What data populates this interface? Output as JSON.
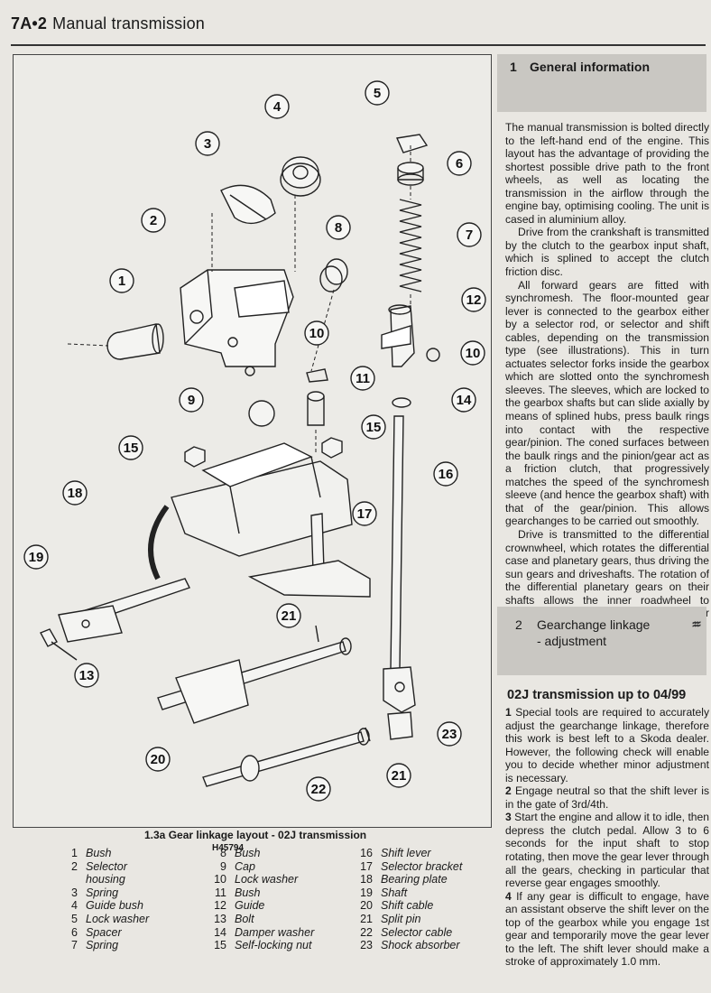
{
  "header": {
    "page": "7A•2",
    "title": "Manual transmission"
  },
  "figure": {
    "code": "H45794",
    "caption": "1.3a Gear linkage layout - 02J transmission",
    "callouts": [
      "1",
      "2",
      "3",
      "4",
      "5",
      "6",
      "7",
      "8",
      "9",
      "10",
      "10",
      "11",
      "12",
      "13",
      "14",
      "15",
      "15",
      "16",
      "17",
      "18",
      "19",
      "20",
      "21",
      "21",
      "22",
      "23"
    ]
  },
  "legend": [
    [
      {
        "n": "1",
        "t": "Bush"
      },
      {
        "n": "2",
        "t": "Selector"
      },
      {
        "n": "",
        "t": "housing"
      },
      {
        "n": "3",
        "t": "Spring"
      },
      {
        "n": "4",
        "t": "Guide bush"
      },
      {
        "n": "5",
        "t": "Lock washer"
      },
      {
        "n": "6",
        "t": "Spacer"
      },
      {
        "n": "7",
        "t": "Spring"
      }
    ],
    [
      {
        "n": "8",
        "t": "Bush"
      },
      {
        "n": "9",
        "t": "Cap"
      },
      {
        "n": "10",
        "t": "Lock washer"
      },
      {
        "n": "11",
        "t": "Bush"
      },
      {
        "n": "12",
        "t": "Guide"
      },
      {
        "n": "13",
        "t": "Bolt"
      },
      {
        "n": "14",
        "t": "Damper washer"
      },
      {
        "n": "15",
        "t": "Self-locking nut"
      }
    ],
    [
      {
        "n": "16",
        "t": "Shift lever"
      },
      {
        "n": "17",
        "t": "Selector bracket"
      },
      {
        "n": "18",
        "t": "Bearing plate"
      },
      {
        "n": "19",
        "t": "Shaft"
      },
      {
        "n": "20",
        "t": "Shift cable"
      },
      {
        "n": "21",
        "t": "Split pin"
      },
      {
        "n": "22",
        "t": "Selector cable"
      },
      {
        "n": "23",
        "t": "Shock absorber"
      }
    ]
  ],
  "section1": {
    "num": "1",
    "title": "General information",
    "paragraphs": [
      "The manual transmission is bolted directly to the left-hand end of the engine. This layout has the advantage of providing the shortest possible drive path to the front wheels, as well as locating the transmission in the airflow through the engine bay, optimising cooling. The unit is cased in aluminium alloy.",
      "Drive from the crankshaft is transmitted by the clutch to the gearbox input shaft, which is splined to accept the clutch friction disc.",
      "All forward gears are fitted with synchromesh. The floor-mounted gear lever is connected to the gearbox either by a selector rod, or selector and shift cables, depending on the transmission type (see illustrations). This in turn actuates selector forks inside the gearbox which are slotted onto the synchromesh sleeves. The sleeves, which are locked to the gearbox shafts but can slide axially by means of splined hubs, press baulk rings into contact with the respective gear/pinion. The coned surfaces between the baulk rings and the pinion/gear act as a friction clutch, that progressively matches the speed of the synchromesh sleeve (and hence the gearbox shaft) with that of the gear/pinion. This allows gearchanges to be carried out smoothly.",
      "Drive is transmitted to the differential crownwheel, which rotates the differential case and planetary gears, thus driving the sun gears and driveshafts. The rotation of the differential planetary gears on their shafts allows the inner roadwheel to rotate at a slower speed than the outer roadwheel during cornering."
    ]
  },
  "section2": {
    "num": "2",
    "title": "Gearchange linkage",
    "subtitle": "- adjustment",
    "subhead": "02J transmission up to 04/99",
    "steps": [
      {
        "n": "1",
        "t": "Special tools are required to accurately adjust the gearchange linkage, therefore this work is best left to a Skoda dealer. However, the following check will enable you to decide whether minor adjustment is necessary."
      },
      {
        "n": "2",
        "t": "Engage neutral so that the shift lever is in the gate of 3rd/4th."
      },
      {
        "n": "3",
        "t": "Start the engine and allow it to idle, then depress the clutch pedal. Allow 3 to 6 seconds for the input shaft to stop rotating, then move the gear lever through all the gears, checking in particular that reverse gear engages smoothly."
      },
      {
        "n": "4",
        "t": "If any gear is difficult to engage, have an assistant observe the shift lever on the top of the gearbox while you engage 1st gear and temporarily move the gear lever to the left. The shift lever should make a stroke of approximately 1.0 mm."
      }
    ]
  }
}
